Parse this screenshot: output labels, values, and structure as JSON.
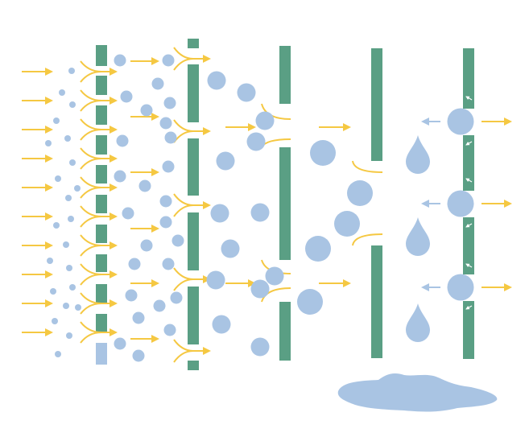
{
  "colors": {
    "background": "#ffffff",
    "barrier": "#5a9f84",
    "barrier_light": "#a9c4e3",
    "droplet": "#a9c4e3",
    "airflow_arrow": "#f5c842",
    "curve": "#f5c842",
    "drain_arrow": "#a9c4e3",
    "inward_tick": "#ffffff"
  },
  "stages": [
    {
      "id": "inlet",
      "description_icon": "incoming-air-arrows"
    },
    {
      "id": "vane-1",
      "description_icon": "slotted-vane"
    },
    {
      "id": "vane-2",
      "description_icon": "slotted-vane"
    },
    {
      "id": "coalescer-1",
      "description_icon": "bent-plate"
    },
    {
      "id": "coalescer-2",
      "description_icon": "bent-plate"
    },
    {
      "id": "outlet",
      "description_icon": "exit-filter"
    }
  ],
  "icons": {
    "droplet": "water-drop-icon",
    "puddle": "water-puddle-icon",
    "arrow": "flow-arrow-icon"
  }
}
